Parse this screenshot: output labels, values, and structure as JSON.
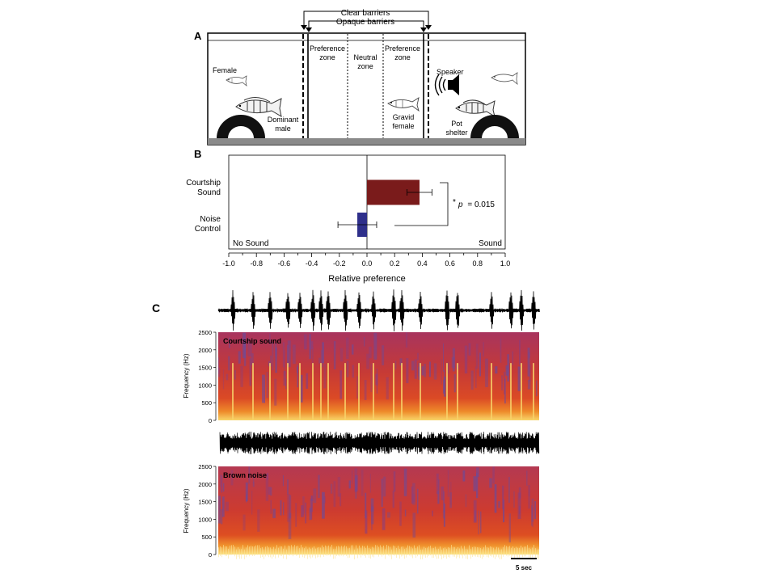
{
  "panel_a": {
    "label": "A",
    "barriers": {
      "clear": "Clear barriers",
      "opaque": "Opaque barriers"
    },
    "zones": {
      "pref_left": [
        "Preference",
        "zone"
      ],
      "neutral": [
        "Neutral",
        "zone"
      ],
      "pref_right": [
        "Preference",
        "zone"
      ]
    },
    "female": "Female",
    "dominant_male": [
      "Dominant",
      "male"
    ],
    "gravid_female": [
      "Gravid",
      "female"
    ],
    "speaker": "Speaker",
    "pot_shelter": [
      "Pot",
      "shelter"
    ]
  },
  "panel_b": {
    "label": "B",
    "bar_colors": [
      "#7a1b1b",
      "#2e2f8a"
    ],
    "side_labels": {
      "left": "No Sound",
      "right": "Sound"
    },
    "significance": {
      "star": "*",
      "p_label": "p",
      "p_value": "= 0.015"
    }
  },
  "panel_c": {
    "label": "C",
    "spec1_label": "Courtship sound",
    "spec2_label": "Brown noise",
    "ylabel": "Frequency (Hz)",
    "yticks": [
      "2500",
      "2000",
      "1500",
      "1000",
      "500",
      "0"
    ],
    "scalebar": "5 sec"
  },
  "chart_data": {
    "type": "bar",
    "orientation": "horizontal",
    "categories": [
      [
        "Courtship",
        "Sound"
      ],
      [
        "Noise",
        "Control"
      ]
    ],
    "values": [
      0.38,
      -0.07
    ],
    "errors": [
      0.09,
      0.14
    ],
    "xlabel": "Relative preference",
    "xlim": [
      -1.0,
      1.0
    ],
    "xticks": [
      "-1.0",
      "-0.8",
      "-0.6",
      "-0.4",
      "-0.2",
      "0.0",
      "0.2",
      "0.4",
      "0.6",
      "0.8",
      "1.0"
    ],
    "grid": false
  }
}
